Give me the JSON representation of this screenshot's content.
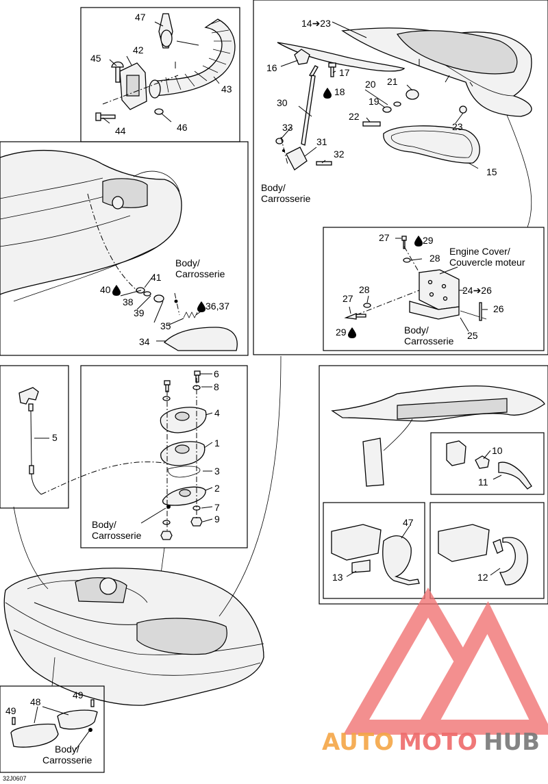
{
  "diagram_code": "32J0607",
  "callouts": {
    "c1": "1",
    "c2": "2",
    "c3": "3",
    "c4": "4",
    "c5": "5",
    "c6": "6",
    "c7": "7",
    "c8": "8",
    "c9": "9",
    "c10": "10",
    "c11": "11",
    "c12": "12",
    "c13": "13",
    "c14_23": "14➔23",
    "c15": "15",
    "c16": "16",
    "c17": "17",
    "c18": "18",
    "c19": "19",
    "c20": "20",
    "c21": "21",
    "c22": "22",
    "c23": "23",
    "c24_26": "24➔26",
    "c25": "25",
    "c26": "26",
    "c27a": "27",
    "c27b": "27",
    "c28a": "28",
    "c28b": "28",
    "c29a": "29",
    "c29b": "29",
    "c30": "30",
    "c31": "31",
    "c32": "32",
    "c33": "33",
    "c34": "34",
    "c35": "35",
    "c36_37": "36,37",
    "c38": "38",
    "c39": "39",
    "c40": "40",
    "c41": "41",
    "c42": "42",
    "c43": "43",
    "c44": "44",
    "c45": "45",
    "c46": "46",
    "c47a": "47",
    "c47b": "47",
    "c48": "48",
    "c49a": "49",
    "c49b": "49"
  },
  "texts": {
    "body_line1": "Body/",
    "body_line2": "Carrosserie",
    "engine_cover_line1": "Engine Cover/",
    "engine_cover_line2": "Couvercle moteur"
  },
  "icons": {
    "adhesive": "adhesive-drop-icon"
  },
  "watermark": {
    "part1": "AUTO",
    "part2": "MOTO",
    "part3": "HUB",
    "colors": {
      "auto": "#f4a646",
      "moto": "#ee6a6a",
      "hub": "#777777",
      "triangle": "#f07070"
    }
  }
}
